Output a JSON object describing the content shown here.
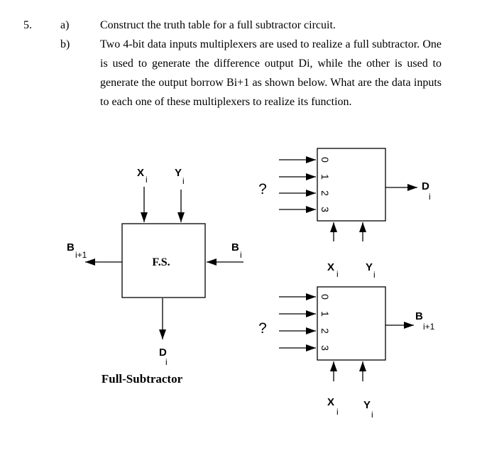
{
  "question": {
    "number": "5.",
    "part_a": {
      "label": "a)",
      "text": "Construct the truth table for a full subtractor circuit."
    },
    "part_b": {
      "label": "b)",
      "text": "Two 4-bit data inputs multiplexers are used to realize a full subtractor. One is used to generate the difference output Di, while the other is used to generate the output borrow Bi+1 as shown below. What are the data inputs to each one of these multiplexers to realize its function."
    }
  },
  "full_subtractor": {
    "block_label": "F.S.",
    "caption": "Full-Subtractor",
    "input_x": {
      "main": "X",
      "sub": "i"
    },
    "input_y": {
      "main": "Y",
      "sub": "i"
    },
    "input_b": {
      "main": "B",
      "sub": "i"
    },
    "output_b": {
      "main": "B",
      "sub": "i+1"
    },
    "output_d": {
      "main": "D",
      "sub": "i"
    }
  },
  "mux_top": {
    "unknown_inputs": "?",
    "inputs": [
      "0",
      "1",
      "2",
      "3"
    ],
    "select_x": {
      "main": "X",
      "sub": "i"
    },
    "select_y": {
      "main": "Y",
      "sub": "i"
    },
    "output": {
      "main": "D",
      "sub": "i"
    }
  },
  "mux_bottom": {
    "unknown_inputs": "?",
    "inputs": [
      "0",
      "1",
      "2",
      "3"
    ],
    "select_x": {
      "main": "X",
      "sub": "i"
    },
    "select_y": {
      "main": "Y",
      "sub": "i"
    },
    "output": {
      "main": "B",
      "sub": "i+1"
    }
  }
}
